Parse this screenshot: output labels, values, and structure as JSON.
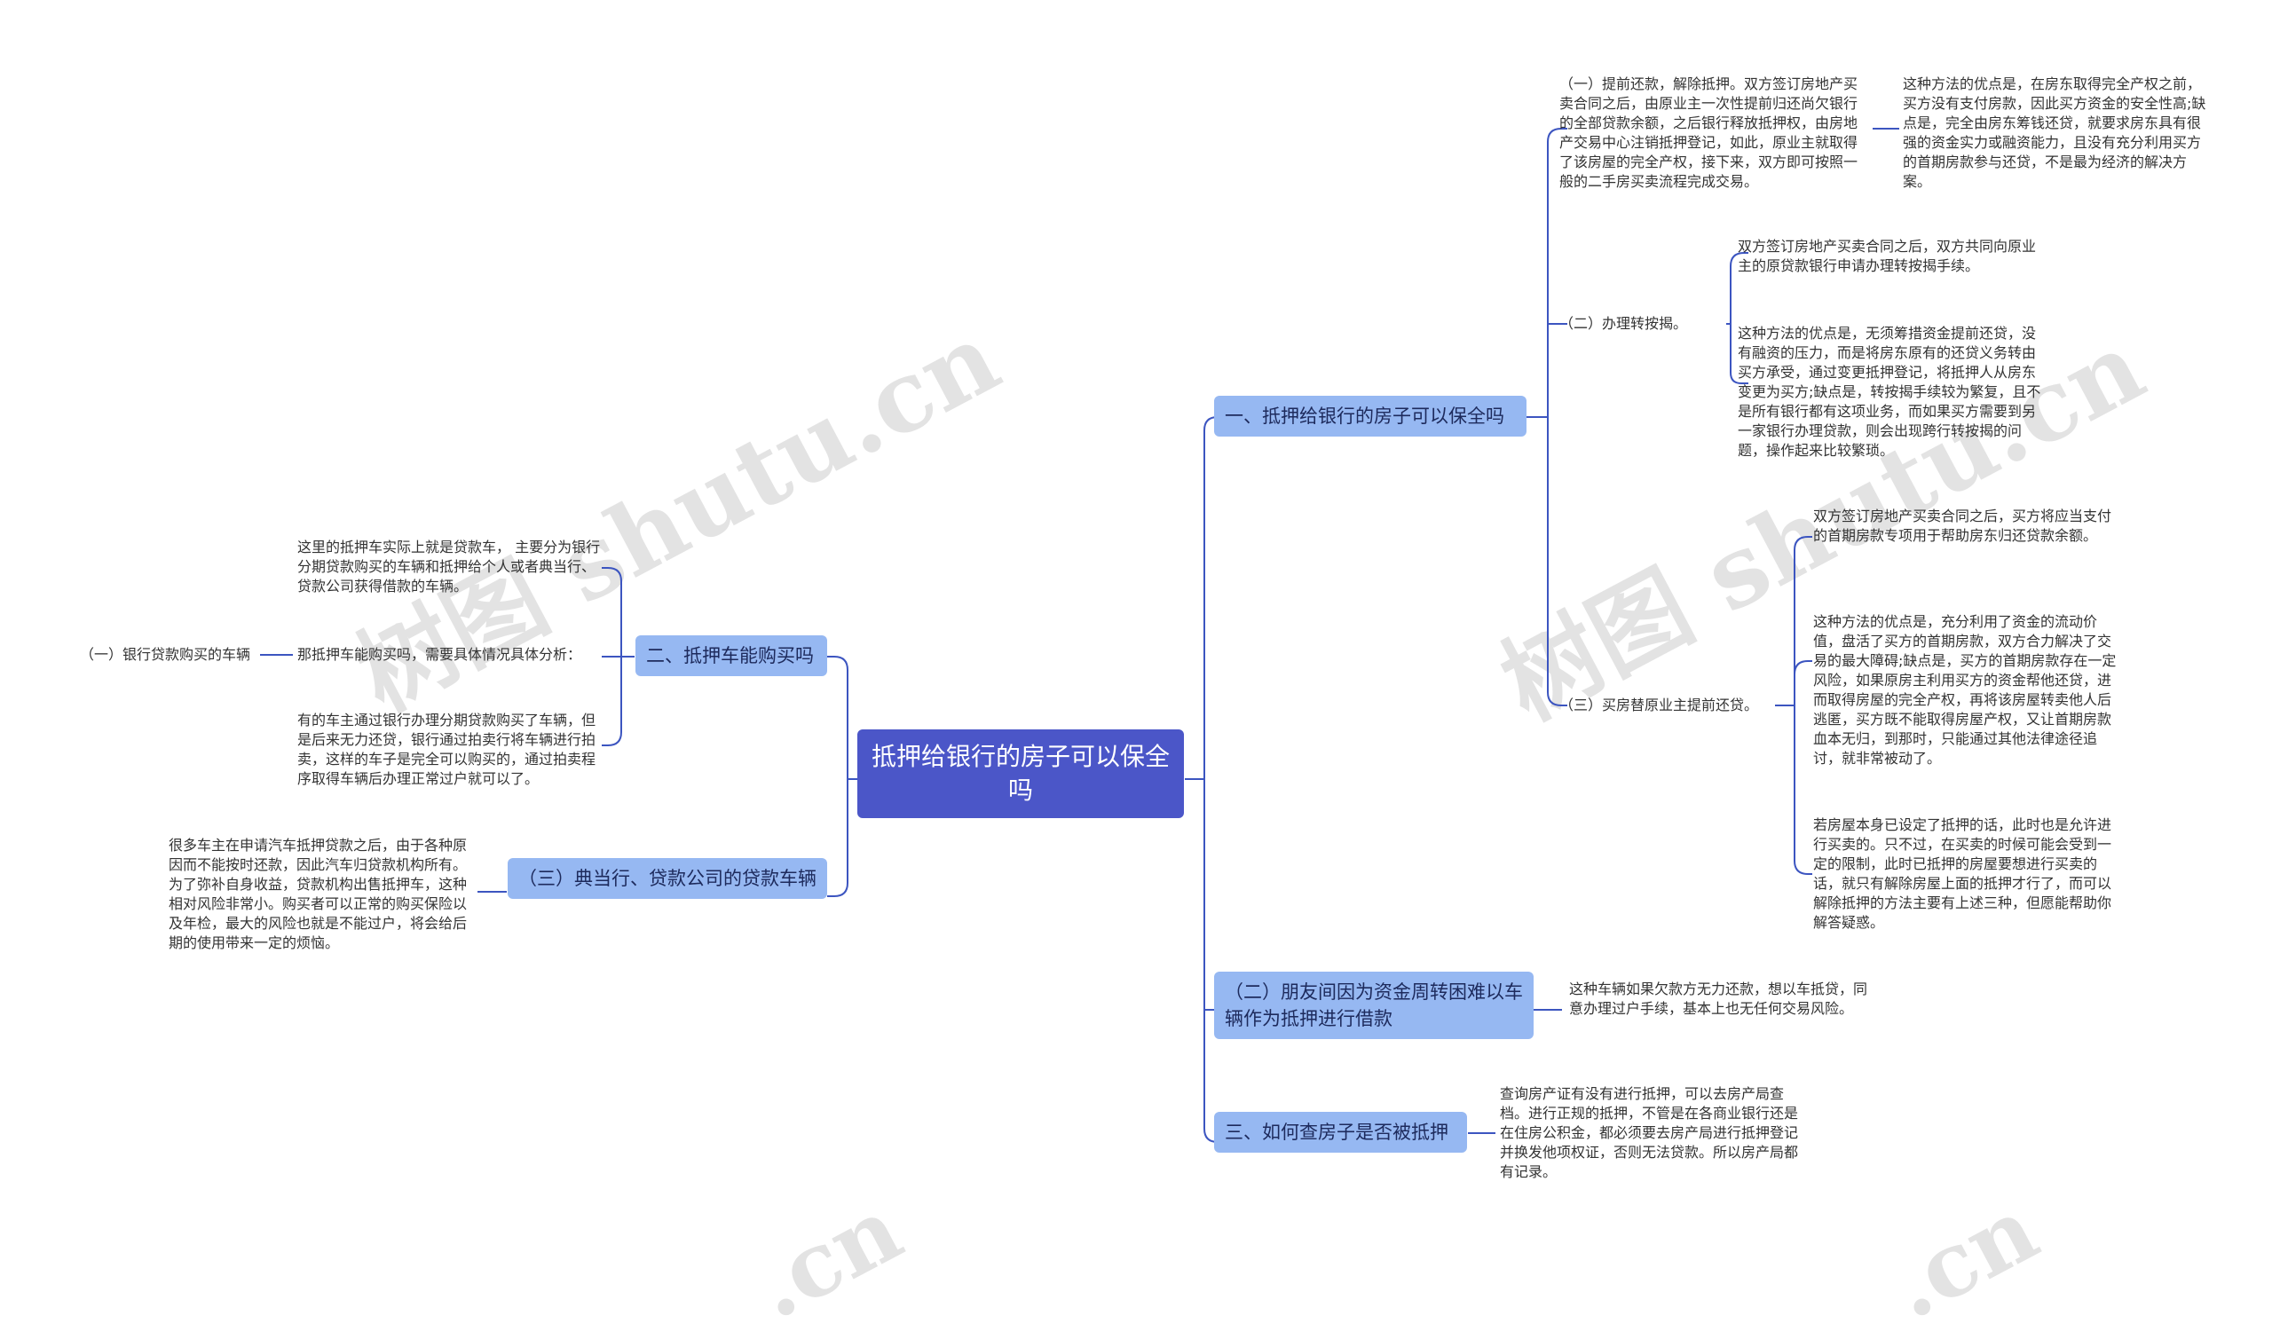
{
  "root": {
    "label": "抵押给银行的房子可以保全吗"
  },
  "watermarks": [
    "树图 shutu.cn",
    "树图 shutu.cn",
    ".cn",
    ".cn"
  ],
  "right": {
    "b1": {
      "label": "一、抵押给银行的房子可以保全吗",
      "c1": {
        "label": "（一）提前还款，解除抵押。双方签订房地产买卖合同之后，由原业主一次性提前归还尚欠银行的全部贷款余额，之后银行释放抵押权，由房地产交易中心注销抵押登记，如此，原业主就取得了该房屋的完全产权，接下来，双方即可按照一般的二手房买卖流程完成交易。",
        "note": "这种方法的优点是，在房东取得完全产权之前，买方没有支付房款，因此买方资金的安全性高;缺点是，完全由房东筹钱还贷，就要求房东具有很强的资金实力或融资能力，且没有充分利用买方的首期房款参与还贷，不是最为经济的解决方案。"
      },
      "c2": {
        "label": "（二）办理转按揭。",
        "n1": "双方签订房地产买卖合同之后，双方共同向原业主的原贷款银行申请办理转按揭手续。",
        "n2": "这种方法的优点是，无须筹措资金提前还贷，没有融资的压力，而是将房东原有的还贷义务转由买方承受，通过变更抵押登记，将抵押人从房东变更为买方;缺点是，转按揭手续较为繁复，且不是所有银行都有这项业务，而如果买方需要到另一家银行办理贷款，则会出现跨行转按揭的问题，操作起来比较繁琐。"
      },
      "c3": {
        "label": "（三）买房替原业主提前还贷。",
        "n1": "双方签订房地产买卖合同之后，买方将应当支付的首期房款专项用于帮助房东归还贷款余额。",
        "n2": "这种方法的优点是，充分利用了资金的流动价值，盘活了买方的首期房款，双方合力解决了交易的最大障碍;缺点是，买方的首期房款存在一定风险，如果原房主利用买方的资金帮他还贷，进而取得房屋的完全产权，再将该房屋转卖他人后逃匿，买方既不能取得房屋产权，又让首期房款血本无归，到那时，只能通过其他法律途径追讨，就非常被动了。",
        "n3": "若房屋本身已设定了抵押的话，此时也是允许进行买卖的。只不过，在买卖的时候可能会受到一定的限制，此时已抵押的房屋要想进行买卖的话，就只有解除房屋上面的抵押才行了，而可以解除抵押的方法主要有上述三种，但愿能帮助你解答疑惑。"
      }
    },
    "b2": {
      "label": "（二）朋友间因为资金周转困难以车辆作为抵押进行借款",
      "note": "这种车辆如果欠款方无力还款，想以车抵贷，同意办理过户手续，基本上也无任何交易风险。"
    },
    "b3": {
      "label": "三、如何查房子是否被抵押",
      "note": "查询房产证有没有进行抵押，可以去房产局查档。进行正规的抵押，不管是在各商业银行还是在住房公积金，都必须要去房产局进行抵押登记并换发他项权证，否则无法贷款。所以房产局都有记录。"
    }
  },
  "left": {
    "b4": {
      "label": "二、抵押车能购买吗",
      "n1": "这里的抵押车实际上就是贷款车， 主要分为银行分期贷款购买的车辆和抵押给个人或者典当行、贷款公司获得借款的车辆。",
      "n2": "那抵押车能购买吗，需要具体情况具体分析：",
      "n2_child": "（一）银行贷款购买的车辆",
      "n3": "有的车主通过银行办理分期贷款购买了车辆，但是后来无力还贷，银行通过拍卖行将车辆进行拍卖，这样的车子是完全可以购买的，通过拍卖程序取得车辆后办理正常过户就可以了。"
    },
    "b5": {
      "label": "（三）典当行、贷款公司的贷款车辆",
      "note": "很多车主在申请汽车抵押贷款之后，由于各种原因而不能按时还款，因此汽车归贷款机构所有。为了弥补自身收益，贷款机构出售抵押车，这种相对风险非常小。购买者可以正常的购买保险以及年检，最大的风险也就是不能过户，将会给后期的使用带来一定的烦恼。"
    }
  },
  "colors": {
    "root": "#4b56c8",
    "branch": "#96b8f2",
    "line": "#3c55c0"
  }
}
